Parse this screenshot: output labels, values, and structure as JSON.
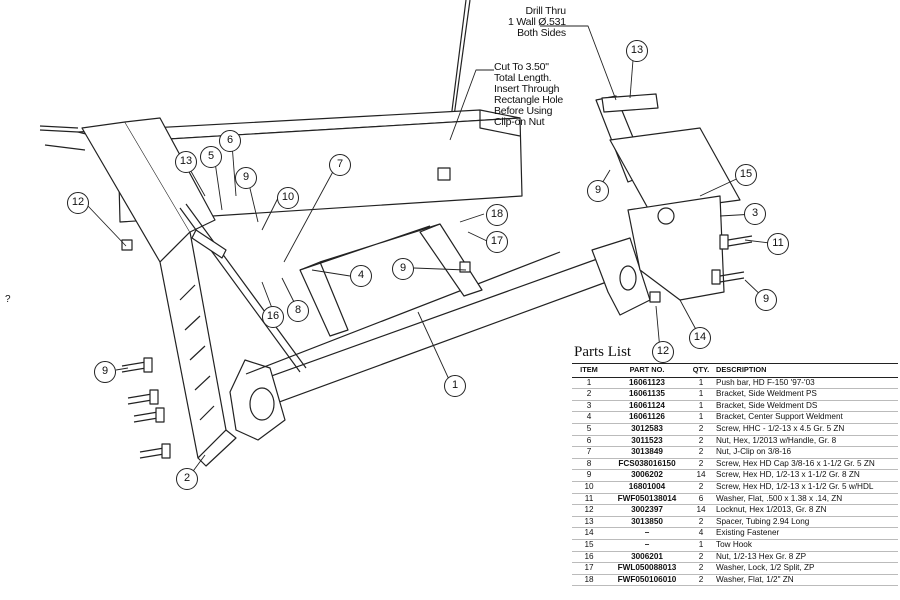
{
  "notes": {
    "drill": [
      "Drill Thru",
      "1 Wall Ø.531",
      "Both Sides"
    ],
    "cut": [
      "Cut To 3.50\"",
      "Total Length.",
      "Insert Through",
      "Rectangle Hole",
      "Before Using",
      "Clip-on Nut"
    ]
  },
  "callouts": [
    "12",
    "13",
    "5",
    "6",
    "9",
    "10",
    "7",
    "4",
    "9",
    "16",
    "8",
    "18",
    "17",
    "13",
    "9",
    "15",
    "3",
    "11",
    "9",
    "14",
    "12",
    "1",
    "9",
    "2"
  ],
  "margin_mark": "?",
  "parts_list": {
    "title": "Parts List",
    "headers": {
      "item": "ITEM",
      "part_no": "PART NO.",
      "qty": "QTY.",
      "description": "DESCRIPTION"
    },
    "rows": [
      {
        "item": "1",
        "part_no": "16061123",
        "qty": "1",
        "description": "Push bar, HD F-150 '97-'03"
      },
      {
        "item": "2",
        "part_no": "16061135",
        "qty": "1",
        "description": "Bracket, Side Weldment PS"
      },
      {
        "item": "3",
        "part_no": "16061124",
        "qty": "1",
        "description": "Bracket, Side Weldment DS"
      },
      {
        "item": "4",
        "part_no": "16061126",
        "qty": "1",
        "description": "Bracket, Center Support Weldment"
      },
      {
        "item": "5",
        "part_no": "3012583",
        "qty": "2",
        "description": "Screw, HHC - 1/2-13 x 4.5 Gr. 5 ZN"
      },
      {
        "item": "6",
        "part_no": "3011523",
        "qty": "2",
        "description": "Nut, Hex, 1/2013 w/Handle, Gr. 8"
      },
      {
        "item": "7",
        "part_no": "3013849",
        "qty": "2",
        "description": "Nut, J-Clip on 3/8-16"
      },
      {
        "item": "8",
        "part_no": "FCS038016150",
        "qty": "2",
        "description": "Screw, Hex HD Cap 3/8-16 x 1-1/2 Gr. 5 ZN"
      },
      {
        "item": "9",
        "part_no": "3006202",
        "qty": "14",
        "description": "Screw, Hex HD, 1/2-13 x 1-1/2 Gr. 8 ZN"
      },
      {
        "item": "10",
        "part_no": "16801004",
        "qty": "2",
        "description": "Screw, Hex HD, 1/2-13 x 1-1/2 Gr. 5 w/HDL"
      },
      {
        "item": "11",
        "part_no": "FWF050138014",
        "qty": "6",
        "description": "Washer, Flat, .500 x 1.38 x .14, ZN"
      },
      {
        "item": "12",
        "part_no": "3002397",
        "qty": "14",
        "description": "Locknut, Hex 1/2013, Gr. 8 ZN"
      },
      {
        "item": "13",
        "part_no": "3013850",
        "qty": "2",
        "description": "Spacer, Tubing 2.94 Long"
      },
      {
        "item": "14",
        "part_no": "–",
        "qty": "4",
        "description": "Existing Fastener"
      },
      {
        "item": "15",
        "part_no": "–",
        "qty": "1",
        "description": "Tow Hook"
      },
      {
        "item": "16",
        "part_no": "3006201",
        "qty": "2",
        "description": "Nut, 1/2-13 Hex Gr. 8 ZP"
      },
      {
        "item": "17",
        "part_no": "FWL050088013",
        "qty": "2",
        "description": "Washer, Lock, 1/2 Split, ZP"
      },
      {
        "item": "18",
        "part_no": "FWF050106010",
        "qty": "2",
        "description": "Washer, Flat, 1/2\" ZN"
      }
    ]
  }
}
